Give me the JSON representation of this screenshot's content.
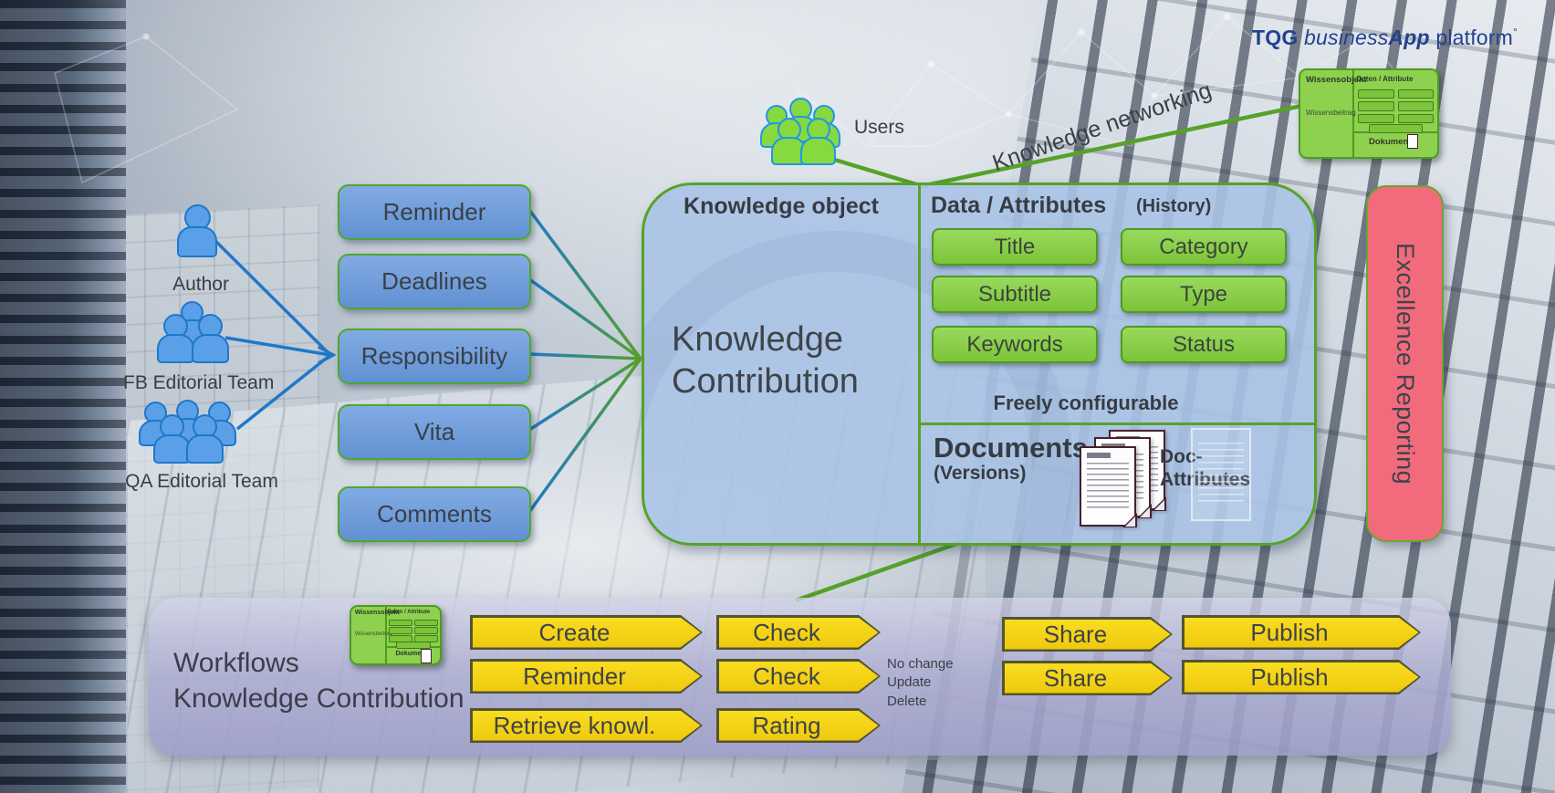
{
  "logo": {
    "tqg": "TQG",
    "business": "business",
    "app": "App",
    "platform": "platform",
    "mark": "°"
  },
  "networking": {
    "label": "Knowledge networking"
  },
  "users": {
    "label": "Users"
  },
  "actors": {
    "author": {
      "label": "Author"
    },
    "fb": {
      "label": "FB Editorial Team"
    },
    "qa": {
      "label": "QA Editorial Team"
    }
  },
  "blue_boxes": [
    "Reminder",
    "Deadlines",
    "Responsibility",
    "Vita",
    "Comments"
  ],
  "knowledge_object": {
    "header": "Knowledge object",
    "title": [
      "Knowledge",
      "Contribution"
    ],
    "data_attributes": {
      "header": "Data / Attributes",
      "history": "(History)",
      "fields": [
        "Title",
        "Category",
        "Subtitle",
        "Type",
        "Keywords",
        "Status"
      ],
      "note": "Freely configurable"
    },
    "documents": {
      "header": "Documents",
      "versions": "(Versions)",
      "doc_attr": [
        "Doc-",
        "Attributes"
      ]
    }
  },
  "excellence_reporting": {
    "label": "Excellence Reporting"
  },
  "mini_diagram": {
    "object": "Wissensobjekt",
    "data": "Daten / Attribute",
    "contribution": "Wissensbeitrag",
    "documents": "Dokumente"
  },
  "workflows": {
    "title": [
      "Workflows",
      "Knowledge Contribution"
    ],
    "left": [
      "Create",
      "Reminder",
      "Retrieve knowl."
    ],
    "mid": [
      "Check",
      "Check",
      "Rating"
    ],
    "note": [
      "No change",
      "Update",
      "Delete"
    ],
    "share": [
      "Share",
      "Share"
    ],
    "publish": [
      "Publish",
      "Publish"
    ]
  },
  "colors": {
    "green_border": "#56a228",
    "green_fill": "#8ccf4a",
    "blue_fill": "#6f9cda",
    "yellow": "#f5d314",
    "pink": "#f26b7d",
    "panel": "#a9aacf",
    "navy": "#24418e"
  }
}
